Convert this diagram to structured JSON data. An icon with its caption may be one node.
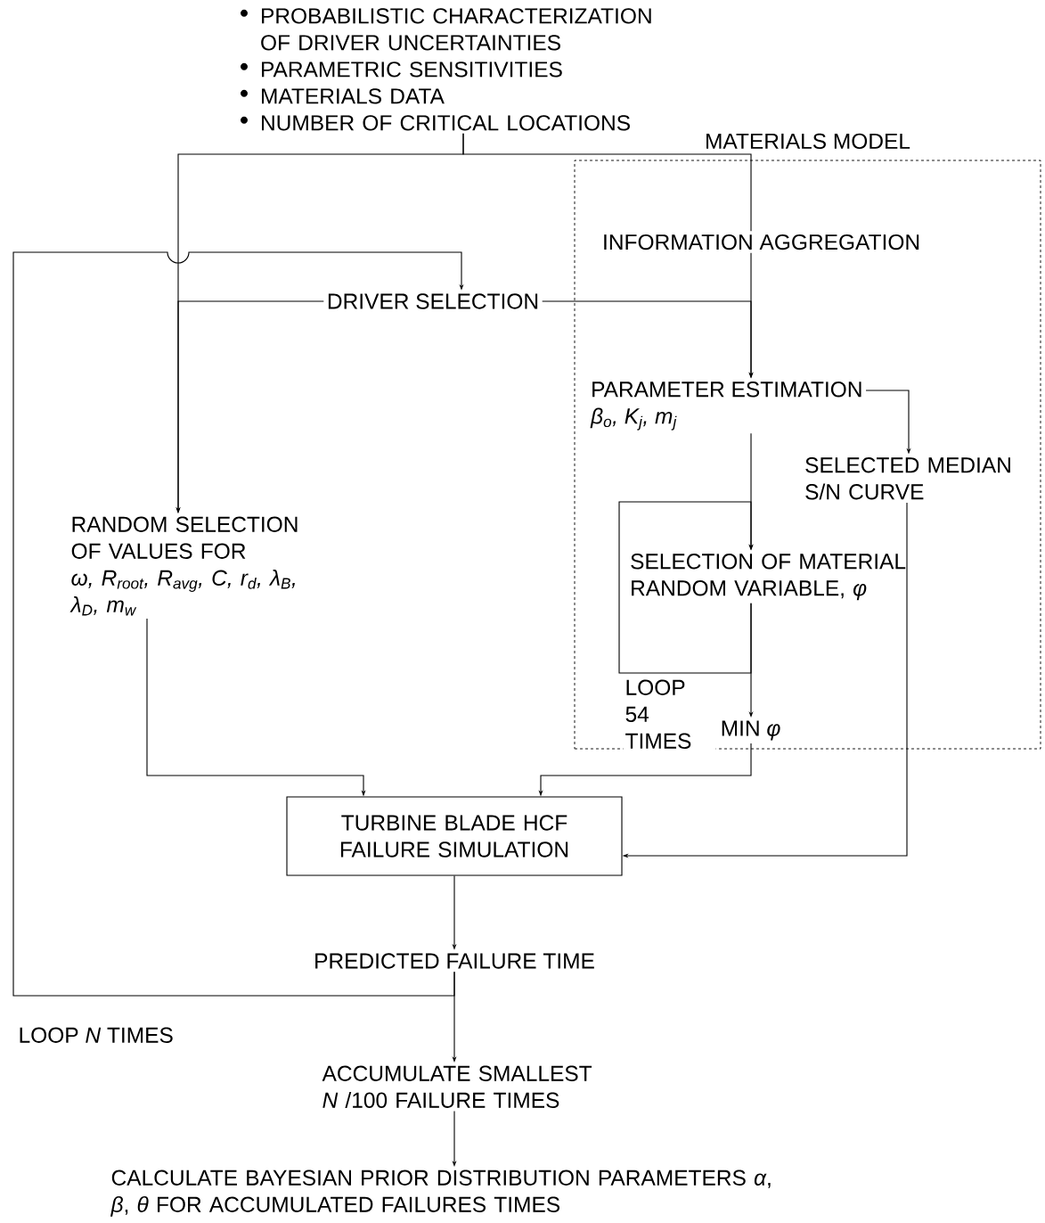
{
  "diagram": {
    "nodes": [
      {
        "text": [
          "PROBABILISTIC CHARACTERIZATION OF DRIVER UNCERTAINTIES",
          "PARAMETRIC SENSITIVITIES",
          "MATERIALS DATA",
          "NUMBER OF CRITICAL LOCATIONS"
        ]
      },
      {
        "text": [
          "MATERIALS MODEL"
        ]
      },
      {
        "text": [
          "INFORMATION AGGREGATION"
        ],
        "in": 1
      },
      {
        "text": [
          "DRIVER SELECTION"
        ]
      },
      {
        "text": [
          "PARAMETER ESTIMATION",
          "β$_{o}$, K$_{j}$, m$_{j}$"
        ],
        "in": 1
      },
      {
        "text": [
          "SELECTED MEDIAN S/N CURVE"
        ],
        "in": 1
      },
      {
        "text": [
          "SELECTION OF MATERIAL RANDOM VARIABLE, *φ*"
        ],
        "in": 1
      },
      {
        "text": [
          "MIN *φ*"
        ],
        "in": 1
      },
      {
        "text": [
          "RANDOM SELECTION OF VALUES FOR",
          "ω, R$_{root}$, R$_{avg}$, C, r$_{d}$, λ$_{B}$, λ$_{D}$, m$_{w}$"
        ]
      },
      {
        "text": [
          "TURBINE BLADE HCF FAILURE SIMULATION"
        ]
      },
      {
        "text": [
          "PREDICTED FAILURE TIME"
        ]
      },
      {
        "text": [
          "ACCUMULATE SMALLEST *N* /100 FAILURE TIMES"
        ]
      },
      {
        "text": [
          "CALCULATE BAYESIAN PRIOR DISTRIBUTION PARAMETERS *α*, *β*, *θ* FOR ACCUMULATED FAILURES TIMES"
        ]
      }
    ],
    "edges": [
      {
        "from": 0,
        "to": 2,
        "arrow": "none"
      },
      {
        "from": 0,
        "to": 8,
        "arrow": "to"
      },
      {
        "from": 3,
        "to": 8,
        "arrow": "to"
      },
      {
        "from": 3,
        "to": 4,
        "arrow": "to"
      },
      {
        "from": 2,
        "to": 4,
        "arrow": "to"
      },
      {
        "from": 4,
        "to": 5,
        "arrow": "to"
      },
      {
        "from": 4,
        "to": 6,
        "arrow": "to"
      },
      {
        "from": 6,
        "to": 6,
        "arrow": "to",
        "label": "LOOP 54 TIMES"
      },
      {
        "from": 6,
        "to": 7,
        "arrow": "to"
      },
      {
        "from": 7,
        "to": 9,
        "arrow": "to"
      },
      {
        "from": 8,
        "to": 9,
        "arrow": "to"
      },
      {
        "from": 5,
        "to": 9,
        "arrow": "to"
      },
      {
        "from": 9,
        "to": 10,
        "arrow": "to"
      },
      {
        "from": 10,
        "to": 11,
        "arrow": "to"
      },
      {
        "from": 10,
        "to": 3,
        "arrow": "to",
        "label": "LOOP *N* TIMES"
      },
      {
        "from": 11,
        "to": 12,
        "arrow": "to"
      }
    ]
  }
}
